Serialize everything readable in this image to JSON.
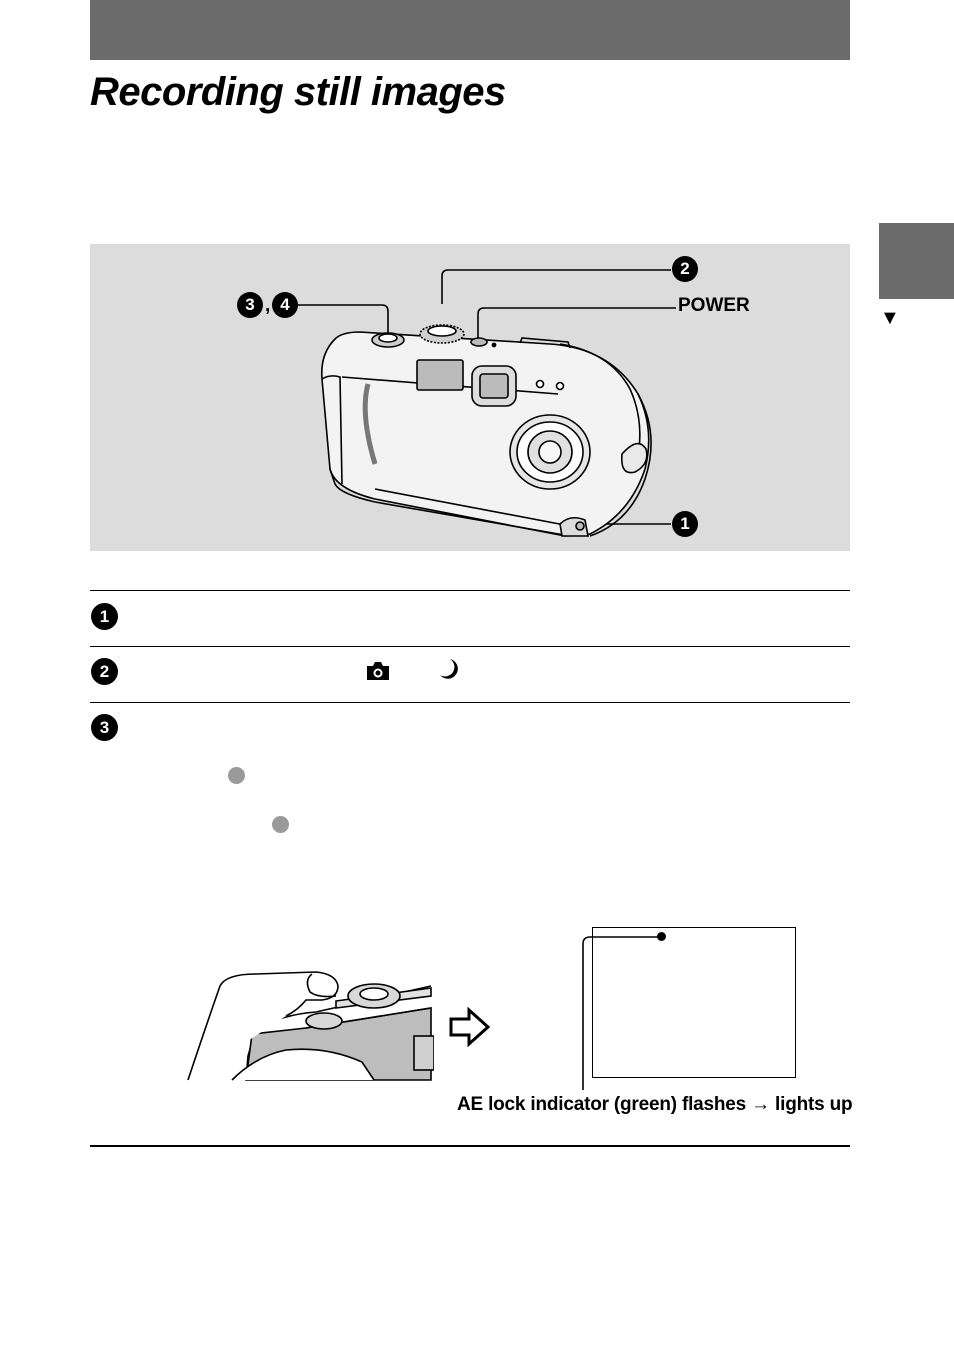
{
  "page": {
    "title": "Recording still images"
  },
  "side_tab": {
    "arrow": "▼"
  },
  "camera_figure": {
    "callouts": {
      "shutter": [
        "3",
        "4"
      ],
      "shutter_separator": ",",
      "mode_dial": "2",
      "power_label": "POWER",
      "lens_cover": "1"
    }
  },
  "steps": [
    {
      "number": "1"
    },
    {
      "number": "2",
      "icons": [
        "camera-icon",
        "moon-icon"
      ]
    },
    {
      "number": "3"
    }
  ],
  "lcd_figure": {
    "caption_part1": "AE lock indicator (green) flashes",
    "caption_arrow": "→",
    "caption_part2": "lights up"
  },
  "colors": {
    "header_bar": "#6b6b6b",
    "figure_background": "#dcdcdc",
    "indicator_dot": "#9a9a9a"
  }
}
